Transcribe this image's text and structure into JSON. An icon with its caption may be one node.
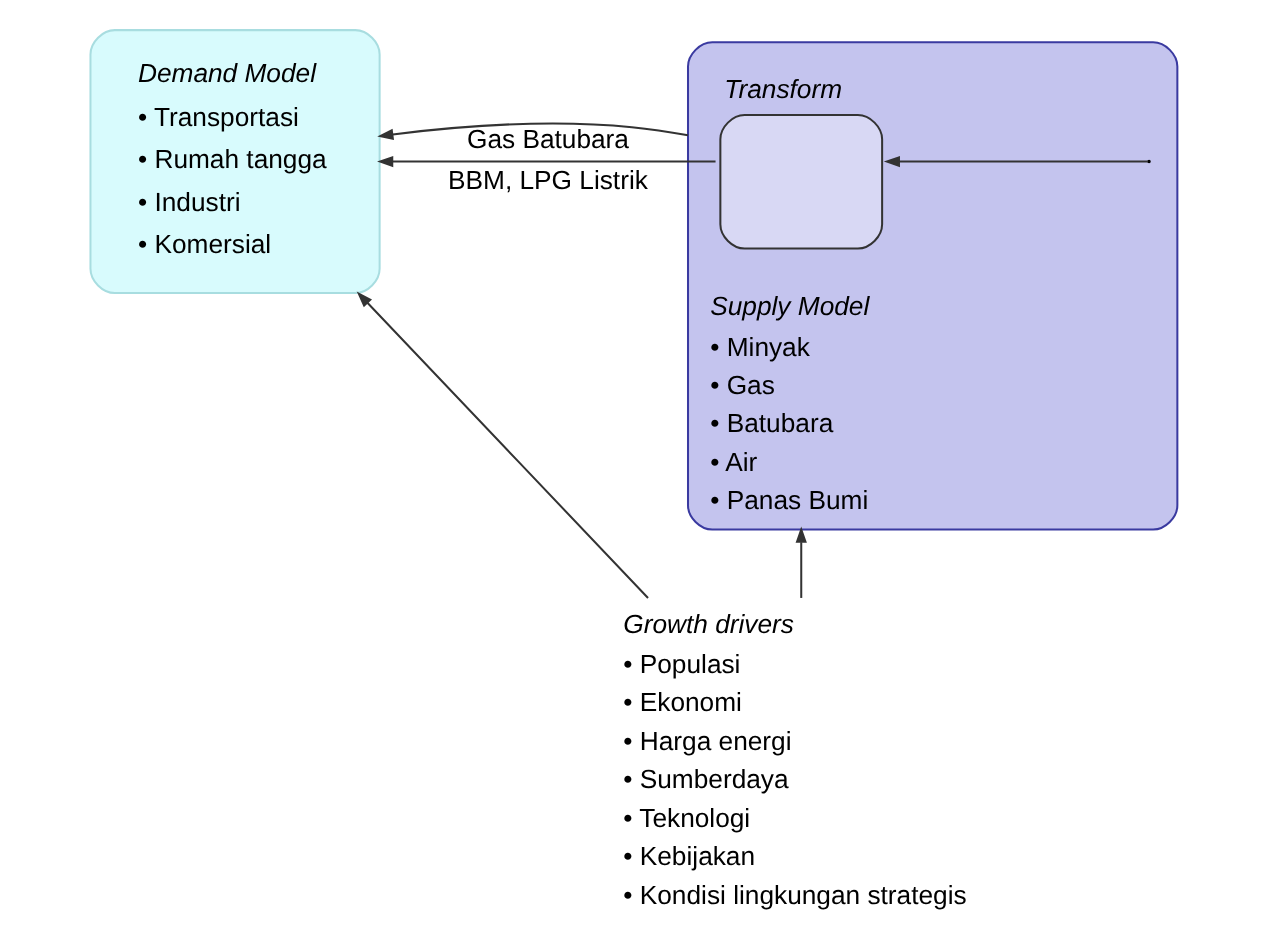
{
  "diagram": {
    "nodes": [
      {
        "text": [
          "Demand Model",
          "• Transportasi",
          "• Rumah tangga",
          "• Industri",
          "• Komersial"
        ]
      },
      {
        "text": [
          "Supply Model",
          "• Minyak",
          "• Gas",
          "• Batubara",
          "• Air",
          "• Panas Bumi"
        ]
      },
      {
        "text": [
          "Transform"
        ],
        "in": 1
      },
      {
        "text": [
          "Growth drivers",
          "• Populasi",
          "• Ekonomi",
          "• Harga energi",
          "• Sumberdaya",
          "• Teknologi",
          "• Kebijakan",
          "• Kondisi lingkungan strategis"
        ]
      }
    ],
    "edges": [
      {
        "from": 2,
        "to": 0,
        "label": "BBM, LPG Listrik",
        "arrow": "to"
      },
      {
        "from": 1,
        "to": 0,
        "label": "Gas Batubara",
        "arrow": "to"
      },
      {
        "from": null,
        "to": 2,
        "arrow": "to"
      },
      {
        "from": 3,
        "to": 0,
        "arrow": "to"
      },
      {
        "from": 3,
        "to": 1,
        "arrow": "to"
      }
    ]
  }
}
